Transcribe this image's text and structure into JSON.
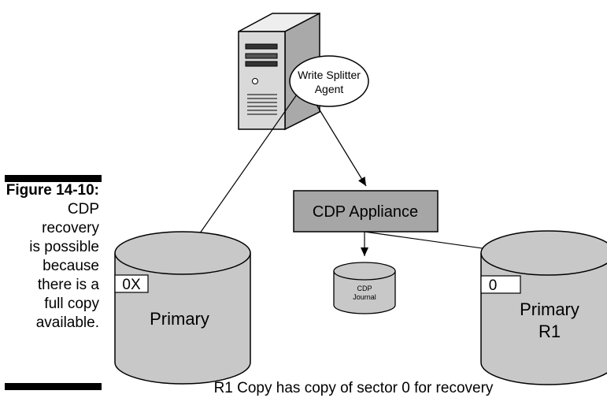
{
  "caption": {
    "figure_label": "Figure 14-10:",
    "text_lines": [
      "CDP",
      "recovery",
      "is possible",
      "because",
      "there is a",
      "full copy",
      "available."
    ]
  },
  "diagram": {
    "agent_label_line1": "Write Splitter",
    "agent_label_line2": "Agent",
    "appliance_label": "CDP Appliance",
    "journal_label_line1": "CDP",
    "journal_label_line2": "Journal",
    "primary_label": "Primary",
    "primary_sector_label": "0X",
    "replica_label_line1": "Primary",
    "replica_label_line2": "R1",
    "replica_sector_label": "0",
    "bottom_caption": "R1 Copy has copy of sector 0 for recovery"
  },
  "colors": {
    "appliance_fill": "#a6a6a6",
    "disk_fill": "#c8c8c8",
    "server_front": "#d9d9d9",
    "server_side": "#a9a9a9",
    "server_top": "#eeeeee"
  }
}
